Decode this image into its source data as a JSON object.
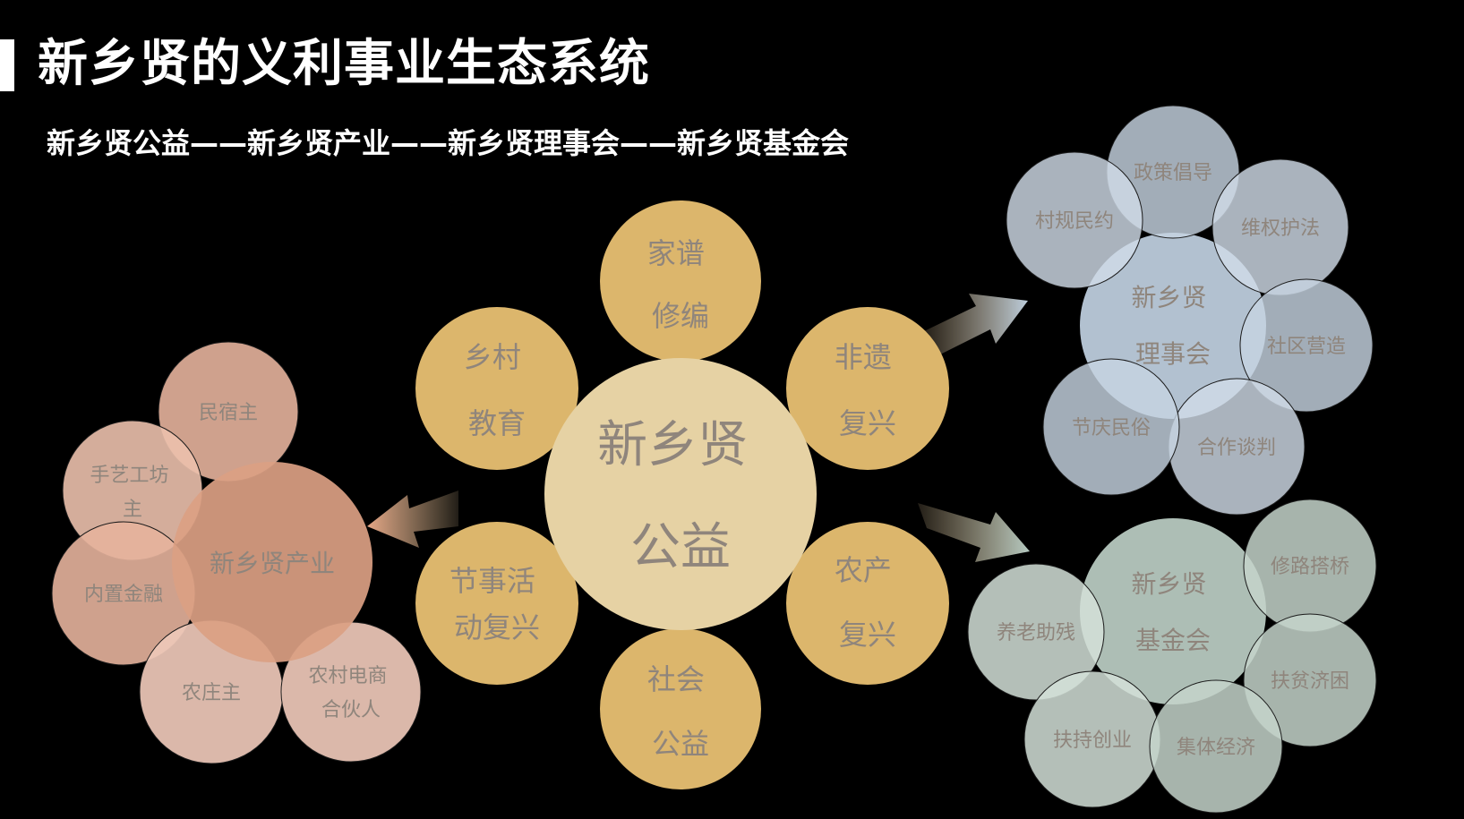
{
  "page": {
    "title": "新乡贤的义利事业生态系统",
    "subtitle": "新乡贤公益——新乡贤产业——新乡贤理事会——新乡贤基金会"
  },
  "colors": {
    "background": "#000000",
    "center": "#e6d2a4",
    "gold": "#dcb66c",
    "industry": "#dba083",
    "industry_satellite": "#e9b9a3",
    "council": "#c2d0df",
    "foundation": "#c4d3ca",
    "text": "#8f857c"
  },
  "center": {
    "lines": [
      "新乡贤",
      "公益"
    ],
    "petals": [
      {
        "lines": [
          "家谱",
          "修编"
        ]
      },
      {
        "lines": [
          "乡村",
          "教育"
        ]
      },
      {
        "lines": [
          "非遗",
          "复兴"
        ]
      },
      {
        "lines": [
          "节事活",
          "动复兴"
        ]
      },
      {
        "lines": [
          "农产",
          "复兴"
        ]
      },
      {
        "lines": [
          "社会",
          "公益"
        ]
      }
    ]
  },
  "industry": {
    "lines": [
      "新乡贤产业"
    ],
    "satellites": [
      {
        "lines": [
          "民宿主"
        ]
      },
      {
        "lines": [
          "手艺工坊",
          "主"
        ]
      },
      {
        "lines": [
          "内置金融"
        ]
      },
      {
        "lines": [
          "农庄主"
        ]
      },
      {
        "lines": [
          "农村电商",
          "合伙人"
        ]
      }
    ]
  },
  "council": {
    "lines": [
      "新乡贤",
      "理事会"
    ],
    "satellites": [
      {
        "lines": [
          "村规民约"
        ]
      },
      {
        "lines": [
          "政策倡导"
        ]
      },
      {
        "lines": [
          "维权护法"
        ]
      },
      {
        "lines": [
          "社区营造"
        ]
      },
      {
        "lines": [
          "合作谈判"
        ]
      },
      {
        "lines": [
          "节庆民俗"
        ]
      }
    ]
  },
  "foundation": {
    "lines": [
      "新乡贤",
      "基金会"
    ],
    "satellites": [
      {
        "lines": [
          "养老助残"
        ]
      },
      {
        "lines": [
          "修路搭桥"
        ]
      },
      {
        "lines": [
          "扶贫济困"
        ]
      },
      {
        "lines": [
          "集体经济"
        ]
      },
      {
        "lines": [
          "扶持创业"
        ]
      }
    ]
  }
}
